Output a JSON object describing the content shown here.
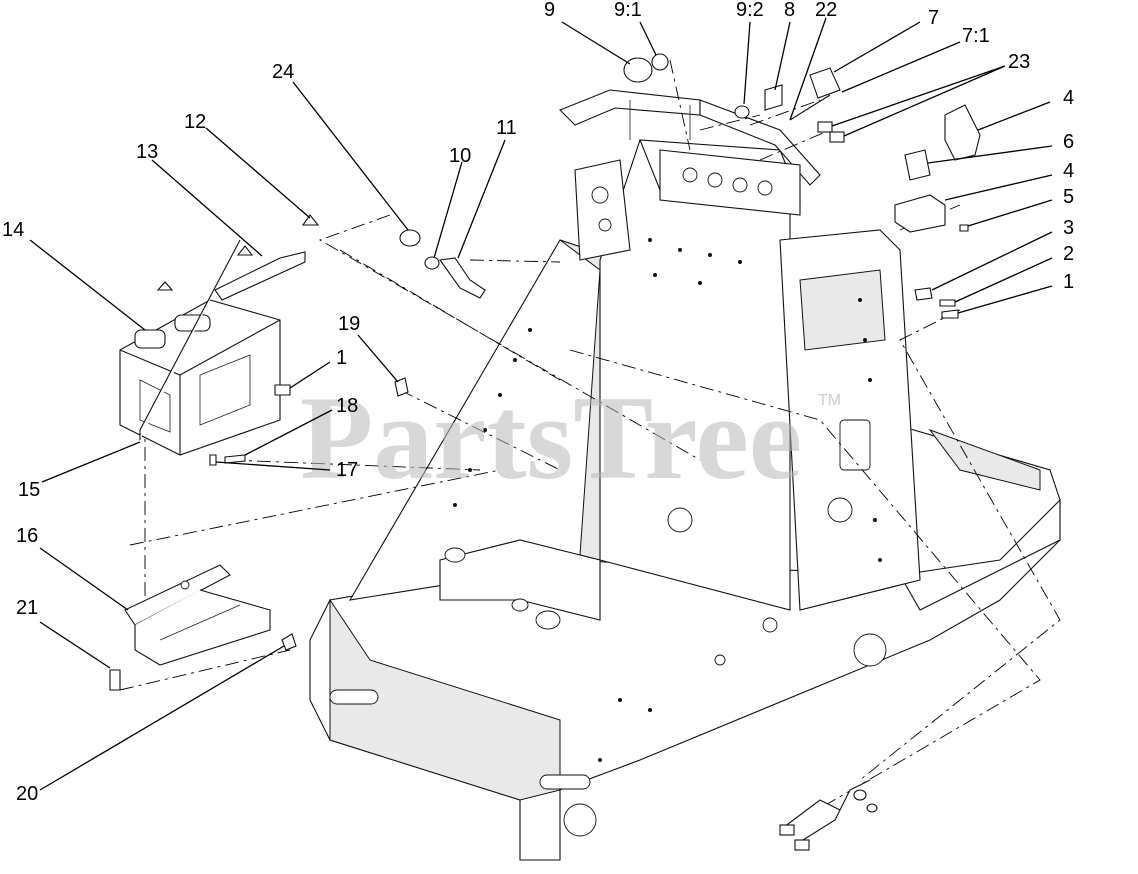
{
  "watermark": {
    "text": "PartsTree",
    "tm": "TM"
  },
  "callouts": [
    {
      "id": "c9",
      "label": "9"
    },
    {
      "id": "c9_1",
      "label": "9:1"
    },
    {
      "id": "c9_2",
      "label": "9:2"
    },
    {
      "id": "c8",
      "label": "8"
    },
    {
      "id": "c22",
      "label": "22"
    },
    {
      "id": "c7",
      "label": "7"
    },
    {
      "id": "c7_1",
      "label": "7:1"
    },
    {
      "id": "c23",
      "label": "23"
    },
    {
      "id": "c4a",
      "label": "4"
    },
    {
      "id": "c6",
      "label": "6"
    },
    {
      "id": "c4b",
      "label": "4"
    },
    {
      "id": "c5",
      "label": "5"
    },
    {
      "id": "c3",
      "label": "3"
    },
    {
      "id": "c2",
      "label": "2"
    },
    {
      "id": "c1a",
      "label": "1"
    },
    {
      "id": "c24",
      "label": "24"
    },
    {
      "id": "c12",
      "label": "12"
    },
    {
      "id": "c13",
      "label": "13"
    },
    {
      "id": "c11",
      "label": "11"
    },
    {
      "id": "c10",
      "label": "10"
    },
    {
      "id": "c14",
      "label": "14"
    },
    {
      "id": "c19",
      "label": "19"
    },
    {
      "id": "c1b",
      "label": "1"
    },
    {
      "id": "c18",
      "label": "18"
    },
    {
      "id": "c17",
      "label": "17"
    },
    {
      "id": "c15",
      "label": "15"
    },
    {
      "id": "c16",
      "label": "16"
    },
    {
      "id": "c21",
      "label": "21"
    },
    {
      "id": "c20",
      "label": "20"
    }
  ]
}
